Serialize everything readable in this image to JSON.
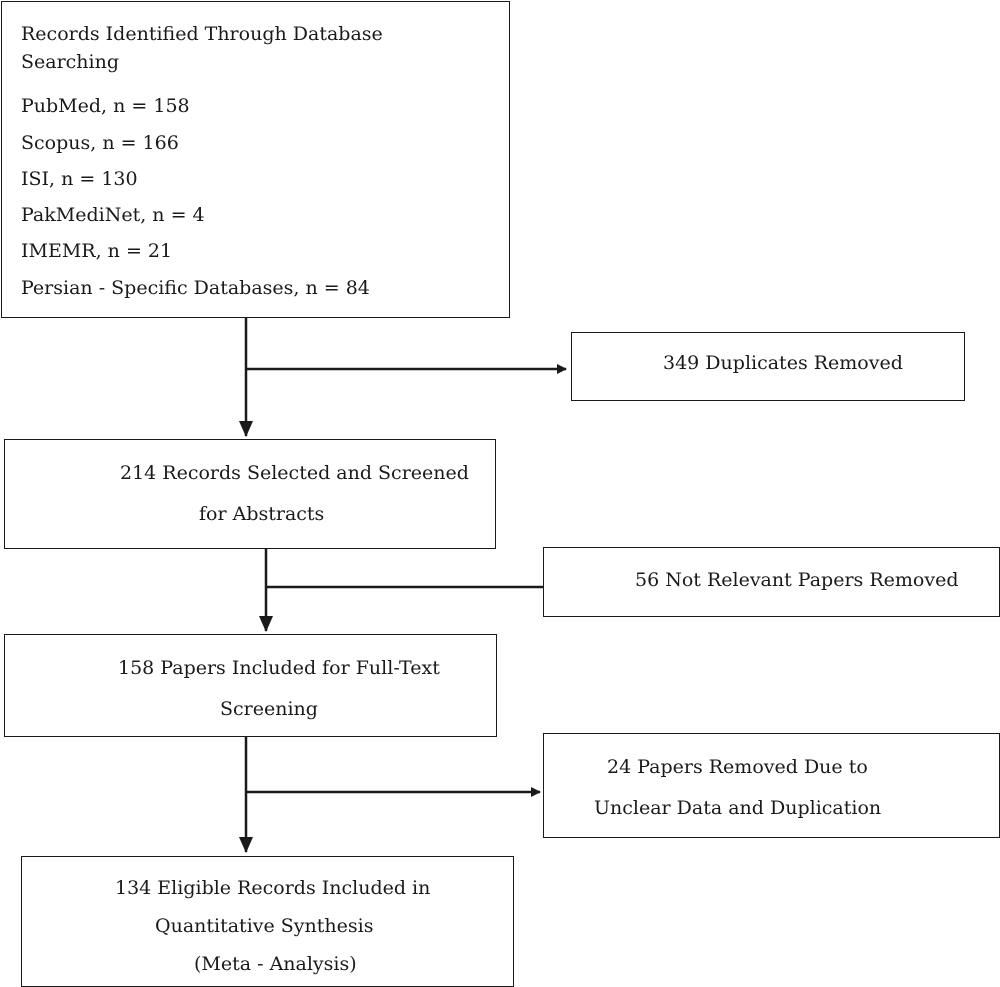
{
  "identification": {
    "heading_line1": "Records Identified Through Database",
    "heading_line2": "Searching",
    "sources": [
      "PubMed, n = 158",
      "Scopus, n = 166",
      "ISI, n = 130",
      "PakMediNet, n = 4",
      "IMEMR, n = 21",
      "Persian - Specific Databases, n = 84"
    ]
  },
  "duplicates": {
    "line1": "349 Duplicates Removed"
  },
  "screened": {
    "line1": "214 Records Selected and Screened",
    "line2": "for Abstracts"
  },
  "not_relevant": {
    "line1": "56 Not Relevant Papers Removed"
  },
  "full_text": {
    "line1": "158 Papers Included for Full-Text",
    "line2": "Screening"
  },
  "removed_unclear": {
    "line1": "24 Papers Removed Due to",
    "line2": "Unclear Data and Duplication"
  },
  "eligible": {
    "line1": "134 Eligible Records Included in",
    "line2": "Quantitative Synthesis",
    "line3": "(Meta - Analysis)"
  }
}
